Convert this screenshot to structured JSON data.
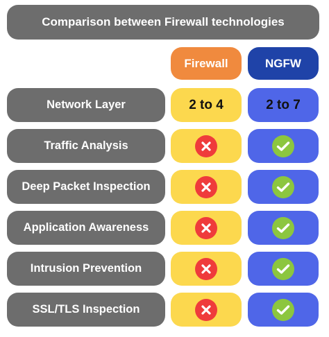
{
  "title": "Comparison between Firewall technologies",
  "columns": {
    "firewall": "Firewall",
    "ngfw": "NGFW"
  },
  "rows": [
    {
      "label": "Network Layer",
      "firewall": "2 to 4",
      "ngfw": "2 to 7"
    },
    {
      "label": "Traffic Analysis",
      "firewall_icon": "x-icon",
      "ngfw_icon": "check-icon"
    },
    {
      "label": "Deep Packet Inspection",
      "firewall_icon": "x-icon",
      "ngfw_icon": "check-icon"
    },
    {
      "label": "Application Awareness",
      "firewall_icon": "x-icon",
      "ngfw_icon": "check-icon"
    },
    {
      "label": "Intrusion Prevention",
      "firewall_icon": "x-icon",
      "ngfw_icon": "check-icon"
    },
    {
      "label": "SSL/TLS Inspection",
      "firewall_icon": "x-icon",
      "ngfw_icon": "check-icon"
    }
  ],
  "colors": {
    "title_bg": "#6d6d6d",
    "firewall_header": "#f08a3e",
    "ngfw_header": "#1f43a8",
    "firewall_cell": "#fcd84e",
    "ngfw_cell": "#4f66e8",
    "x_icon": "#ef3b3b",
    "check_icon": "#8cc63f"
  }
}
